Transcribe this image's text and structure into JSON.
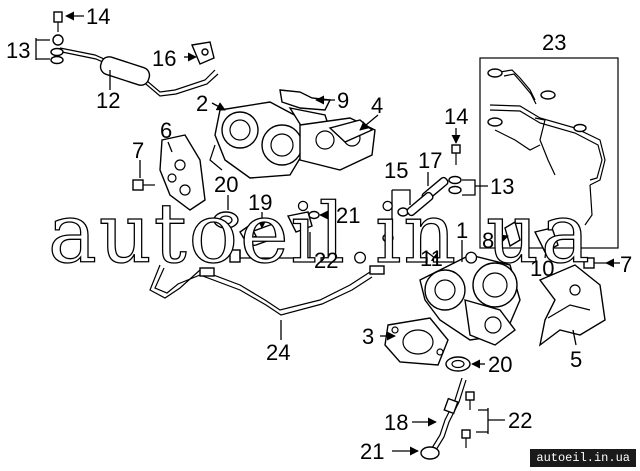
{
  "callouts": [
    "1",
    "2",
    "3",
    "4",
    "5",
    "6",
    "7",
    "7",
    "8",
    "9",
    "10",
    "11",
    "12",
    "13",
    "13",
    "14",
    "14",
    "15",
    "16",
    "17",
    "18",
    "19",
    "20",
    "20",
    "21",
    "21",
    "22",
    "22",
    "23",
    "24"
  ],
  "watermark": "autoeil.in.ua",
  "site_label": "autoeil.in.ua"
}
